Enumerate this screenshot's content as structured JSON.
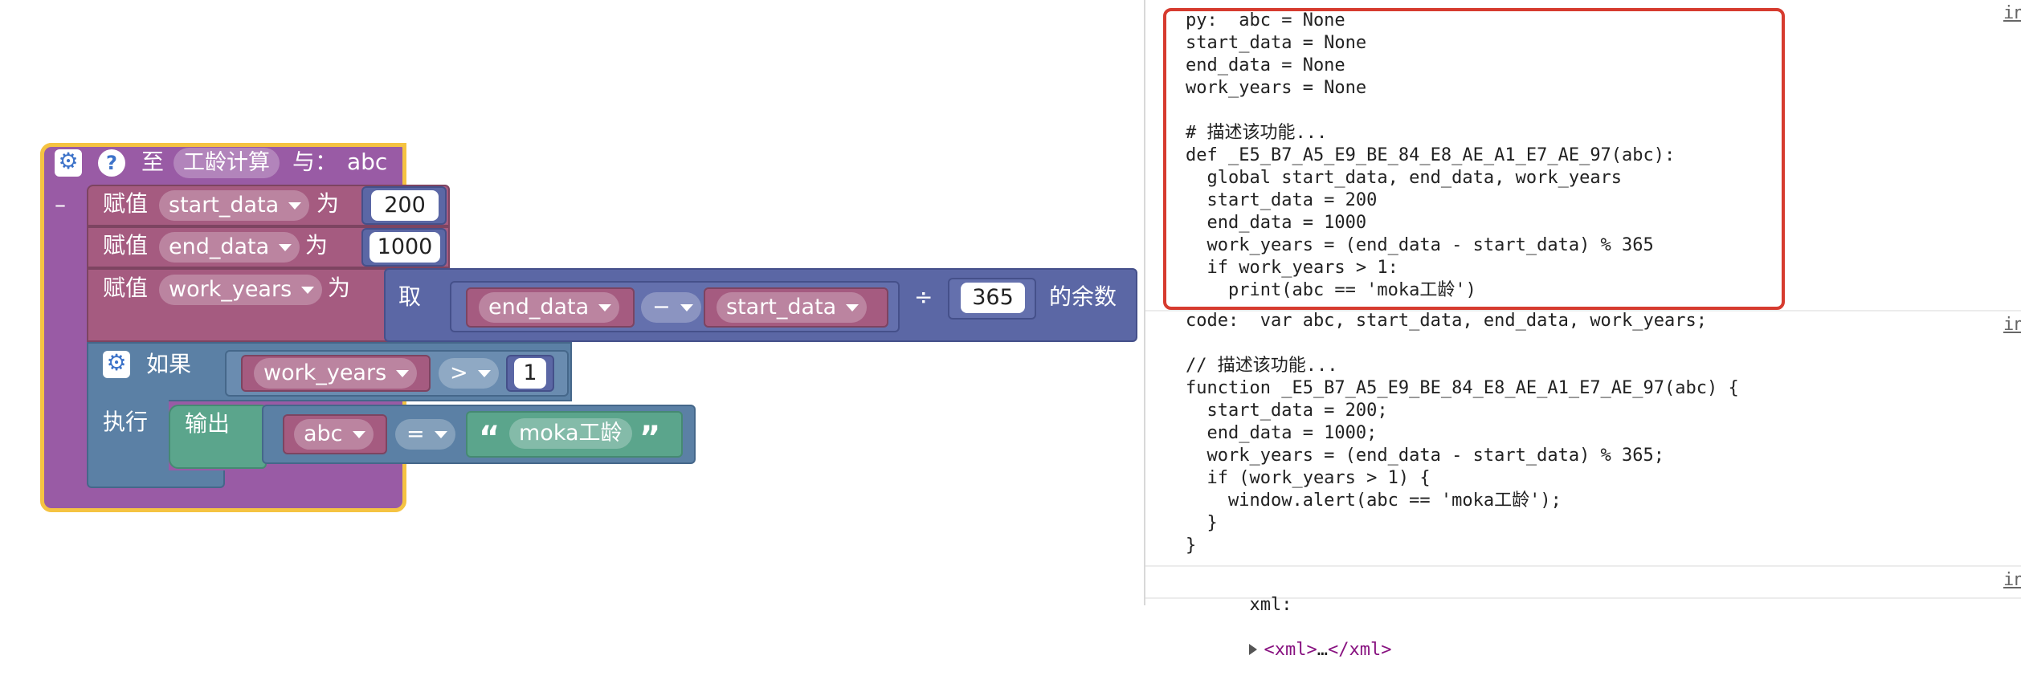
{
  "workspace": {
    "procedure": {
      "prefix": "至",
      "name": "工龄计算",
      "with_label": "与：",
      "param": "abc",
      "collapse_symbol": "–"
    },
    "statements": [
      {
        "set_label": "赋值",
        "var": "start_data",
        "to_label": "为",
        "value": "200"
      },
      {
        "set_label": "赋值",
        "var": "end_data",
        "to_label": "为",
        "value": "1000"
      },
      {
        "set_label": "赋值",
        "var": "work_years",
        "to_label": "为"
      }
    ],
    "modulo": {
      "take_label": "取",
      "left_var": "end_data",
      "operator": "−",
      "right_var": "start_data",
      "divide_symbol": "÷",
      "divisor": "365",
      "remainder_label": "的余数"
    },
    "if_block": {
      "if_label": "如果",
      "var": "work_years",
      "operator": ">",
      "value": "1",
      "do_label": "执行"
    },
    "print_block": {
      "label": "输出",
      "var": "abc",
      "operator": "=",
      "open_quote": "“",
      "text": "moka工龄",
      "close_quote": "”"
    }
  },
  "console": {
    "py": {
      "lines": [
        "py:  abc = None",
        "start_data = None",
        "end_data = None",
        "work_years = None",
        "",
        "# 描述该功能...",
        "def _E5_B7_A5_E9_BE_84_E8_AE_A1_E7_AE_97(abc):",
        "  global start_data, end_data, work_years",
        "  start_data = 200",
        "  end_data = 1000",
        "  work_years = (end_data - start_data) % 365",
        "  if work_years > 1:",
        "    print(abc == 'moka工龄')"
      ]
    },
    "js": {
      "lines": [
        "code:  var abc, start_data, end_data, work_years;",
        "",
        "// 描述该功能...",
        "function _E5_B7_A5_E9_BE_84_E8_AE_A1_E7_AE_97(abc) {",
        "  start_data = 200;",
        "  end_data = 1000;",
        "  work_years = (end_data - start_data) % 365;",
        "  if (work_years > 1) {",
        "    window.alert(abc == 'moka工龄');",
        "  }",
        "}"
      ]
    },
    "xml": {
      "label": "xml:",
      "open_tag": "<xml>",
      "ellipsis": "…",
      "close_tag": "</xml>"
    },
    "source_link": "in"
  },
  "colors": {
    "procedure": "#995ba5",
    "highlight": "#f5c342",
    "variables": "#a55b80",
    "math": "#5b67a5",
    "logic": "#5b80a5",
    "text": "#5ba58c",
    "annotation": "#d63b2f"
  }
}
